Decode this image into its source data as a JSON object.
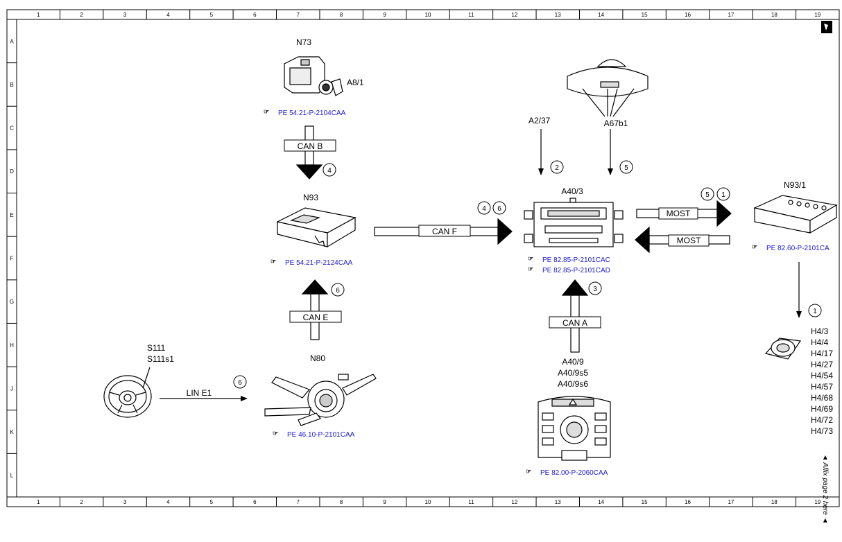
{
  "grid": {
    "columns": [
      "1",
      "2",
      "3",
      "4",
      "5",
      "6",
      "7",
      "8",
      "9",
      "10",
      "11",
      "12",
      "13",
      "14",
      "15",
      "16",
      "17",
      "18",
      "19"
    ],
    "rows": [
      "A",
      "B",
      "C",
      "D",
      "E",
      "F",
      "G",
      "H",
      "J",
      "K",
      "L"
    ]
  },
  "components": {
    "n73": {
      "code": "N73",
      "sub": "A8/1",
      "ref": "PE 54.21-P-2104CAA"
    },
    "n93": {
      "code": "N93",
      "ref": "PE 54.21-P-2124CAA"
    },
    "n80": {
      "code": "N80",
      "ref": "PE 46.10-P-2101CAA"
    },
    "s111": {
      "line1": "S111",
      "line2": "S111s1"
    },
    "a2_37": {
      "code": "A2/37"
    },
    "a67b1": {
      "code": "A67b1"
    },
    "a40_3": {
      "code": "A40/3",
      "ref1": "PE 82.85-P-2101CAC",
      "ref2": "PE 82.85-P-2101CAD"
    },
    "a40_9": {
      "line1": "A40/9",
      "line2": "A40/9s5",
      "line3": "A40/9s6",
      "ref": "PE 82.00-P-2060CAA"
    },
    "n93_1": {
      "code": "N93/1",
      "ref": "PE 82.60-P-2101CA"
    },
    "h4": {
      "items": [
        "H4/3",
        "H4/4",
        "H4/17",
        "H4/27",
        "H4/54",
        "H4/57",
        "H4/68",
        "H4/69",
        "H4/72",
        "H4/73"
      ]
    }
  },
  "buses": {
    "can_b": "CAN B",
    "can_e": "CAN E",
    "can_f": "CAN F",
    "can_a": "CAN A",
    "most_out": "MOST",
    "most_in": "MOST",
    "lin_e1": "LIN E1"
  },
  "markers": {
    "m4a": "4",
    "m6a": "6",
    "m4b": "4",
    "m6b": "6",
    "m2": "2",
    "m5a": "5",
    "m5b": "5",
    "m1a": "1",
    "m3": "3",
    "m1b": "1",
    "m6c": "6"
  },
  "side_note": "◄ Affix page 2 here ◄",
  "ref_icon": "☞"
}
